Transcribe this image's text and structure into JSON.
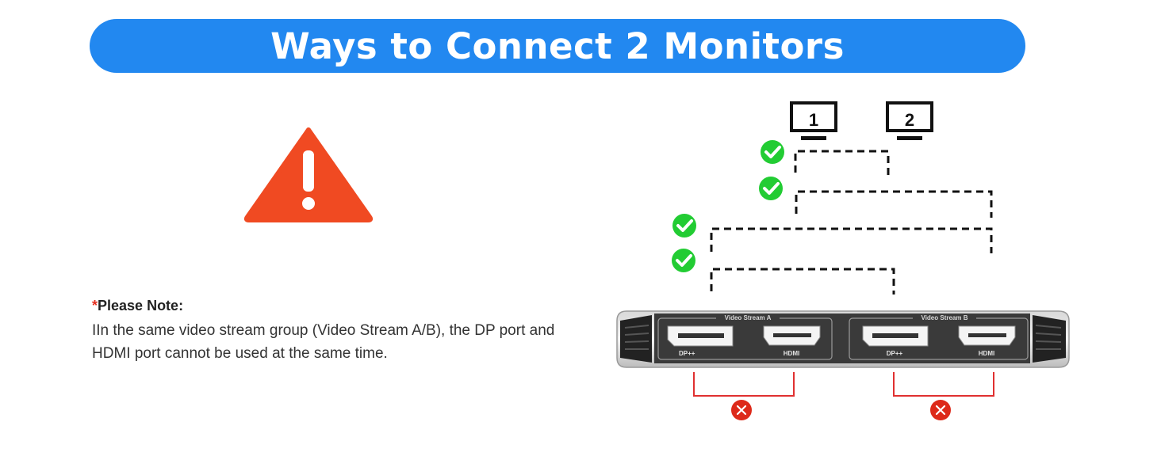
{
  "header": {
    "title": "Ways to Connect 2 Monitors"
  },
  "note": {
    "asterisk": "*",
    "heading": "Please Note:",
    "body": "IIn the same video stream group (Video Stream A/B), the DP port and HDMI port cannot be used at the same time."
  },
  "monitors": [
    {
      "label": "1"
    },
    {
      "label": "2"
    }
  ],
  "device": {
    "groups": [
      {
        "label": "Video Stream A"
      },
      {
        "label": "Video Stream B"
      }
    ],
    "ports": [
      {
        "label": "DP++"
      },
      {
        "label": "HDMI"
      },
      {
        "label": "DP++"
      },
      {
        "label": "HDMI"
      }
    ]
  },
  "colors": {
    "banner": "#2288f0",
    "warning": "#f04a22",
    "check": "#22cc33",
    "cross": "#dd2a1a",
    "invalid_bracket": "#e03030"
  }
}
